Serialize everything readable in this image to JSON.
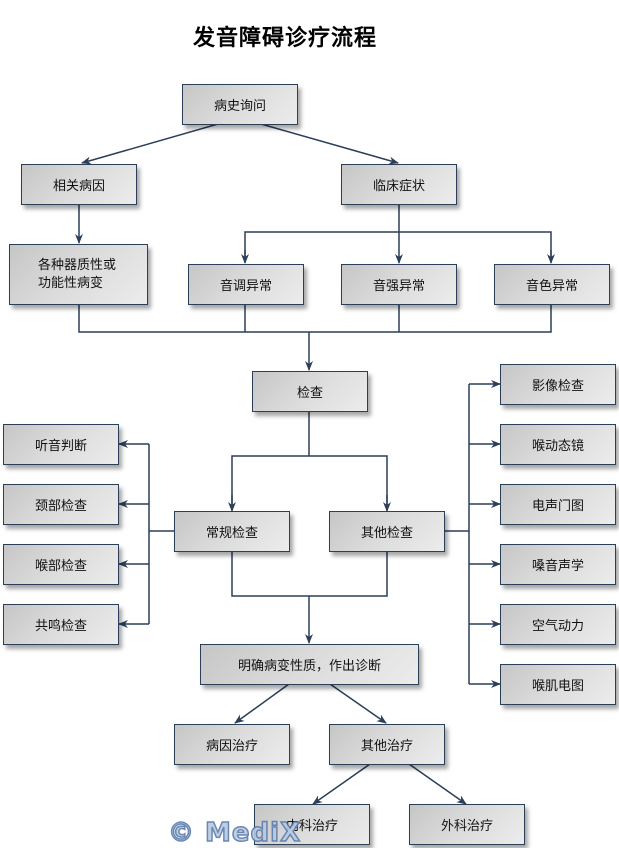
{
  "title": "发音障碍诊疗流程",
  "nodes": {
    "history": "病史询问",
    "related_causes": "相关病因",
    "clinical_symptoms": "临床症状",
    "organic_lesions": "各种器质性或\n功能性病变",
    "pitch_abnormal": "音调异常",
    "intensity_abnormal": "音强异常",
    "timbre_abnormal": "音色异常",
    "examination": "检查",
    "routine_exam": "常规检查",
    "other_exam": "其他检查",
    "routine_items": [
      "听音判断",
      "颈部检查",
      "喉部检查",
      "共鸣检查"
    ],
    "other_items": [
      "影像检查",
      "喉动态镜",
      "电声门图",
      "嗓音声学",
      "空气动力",
      "喉肌电图"
    ],
    "diagnosis": "明确病变性质，作出诊断",
    "etiological_treatment": "病因治疗",
    "other_treatment": "其他治疗",
    "medical_treatment": "内科治疗",
    "surgical_treatment": "外科治疗"
  },
  "watermark": "© MediX",
  "colors": {
    "line": "#2b3f58",
    "box_border": "#2b3f58"
  }
}
